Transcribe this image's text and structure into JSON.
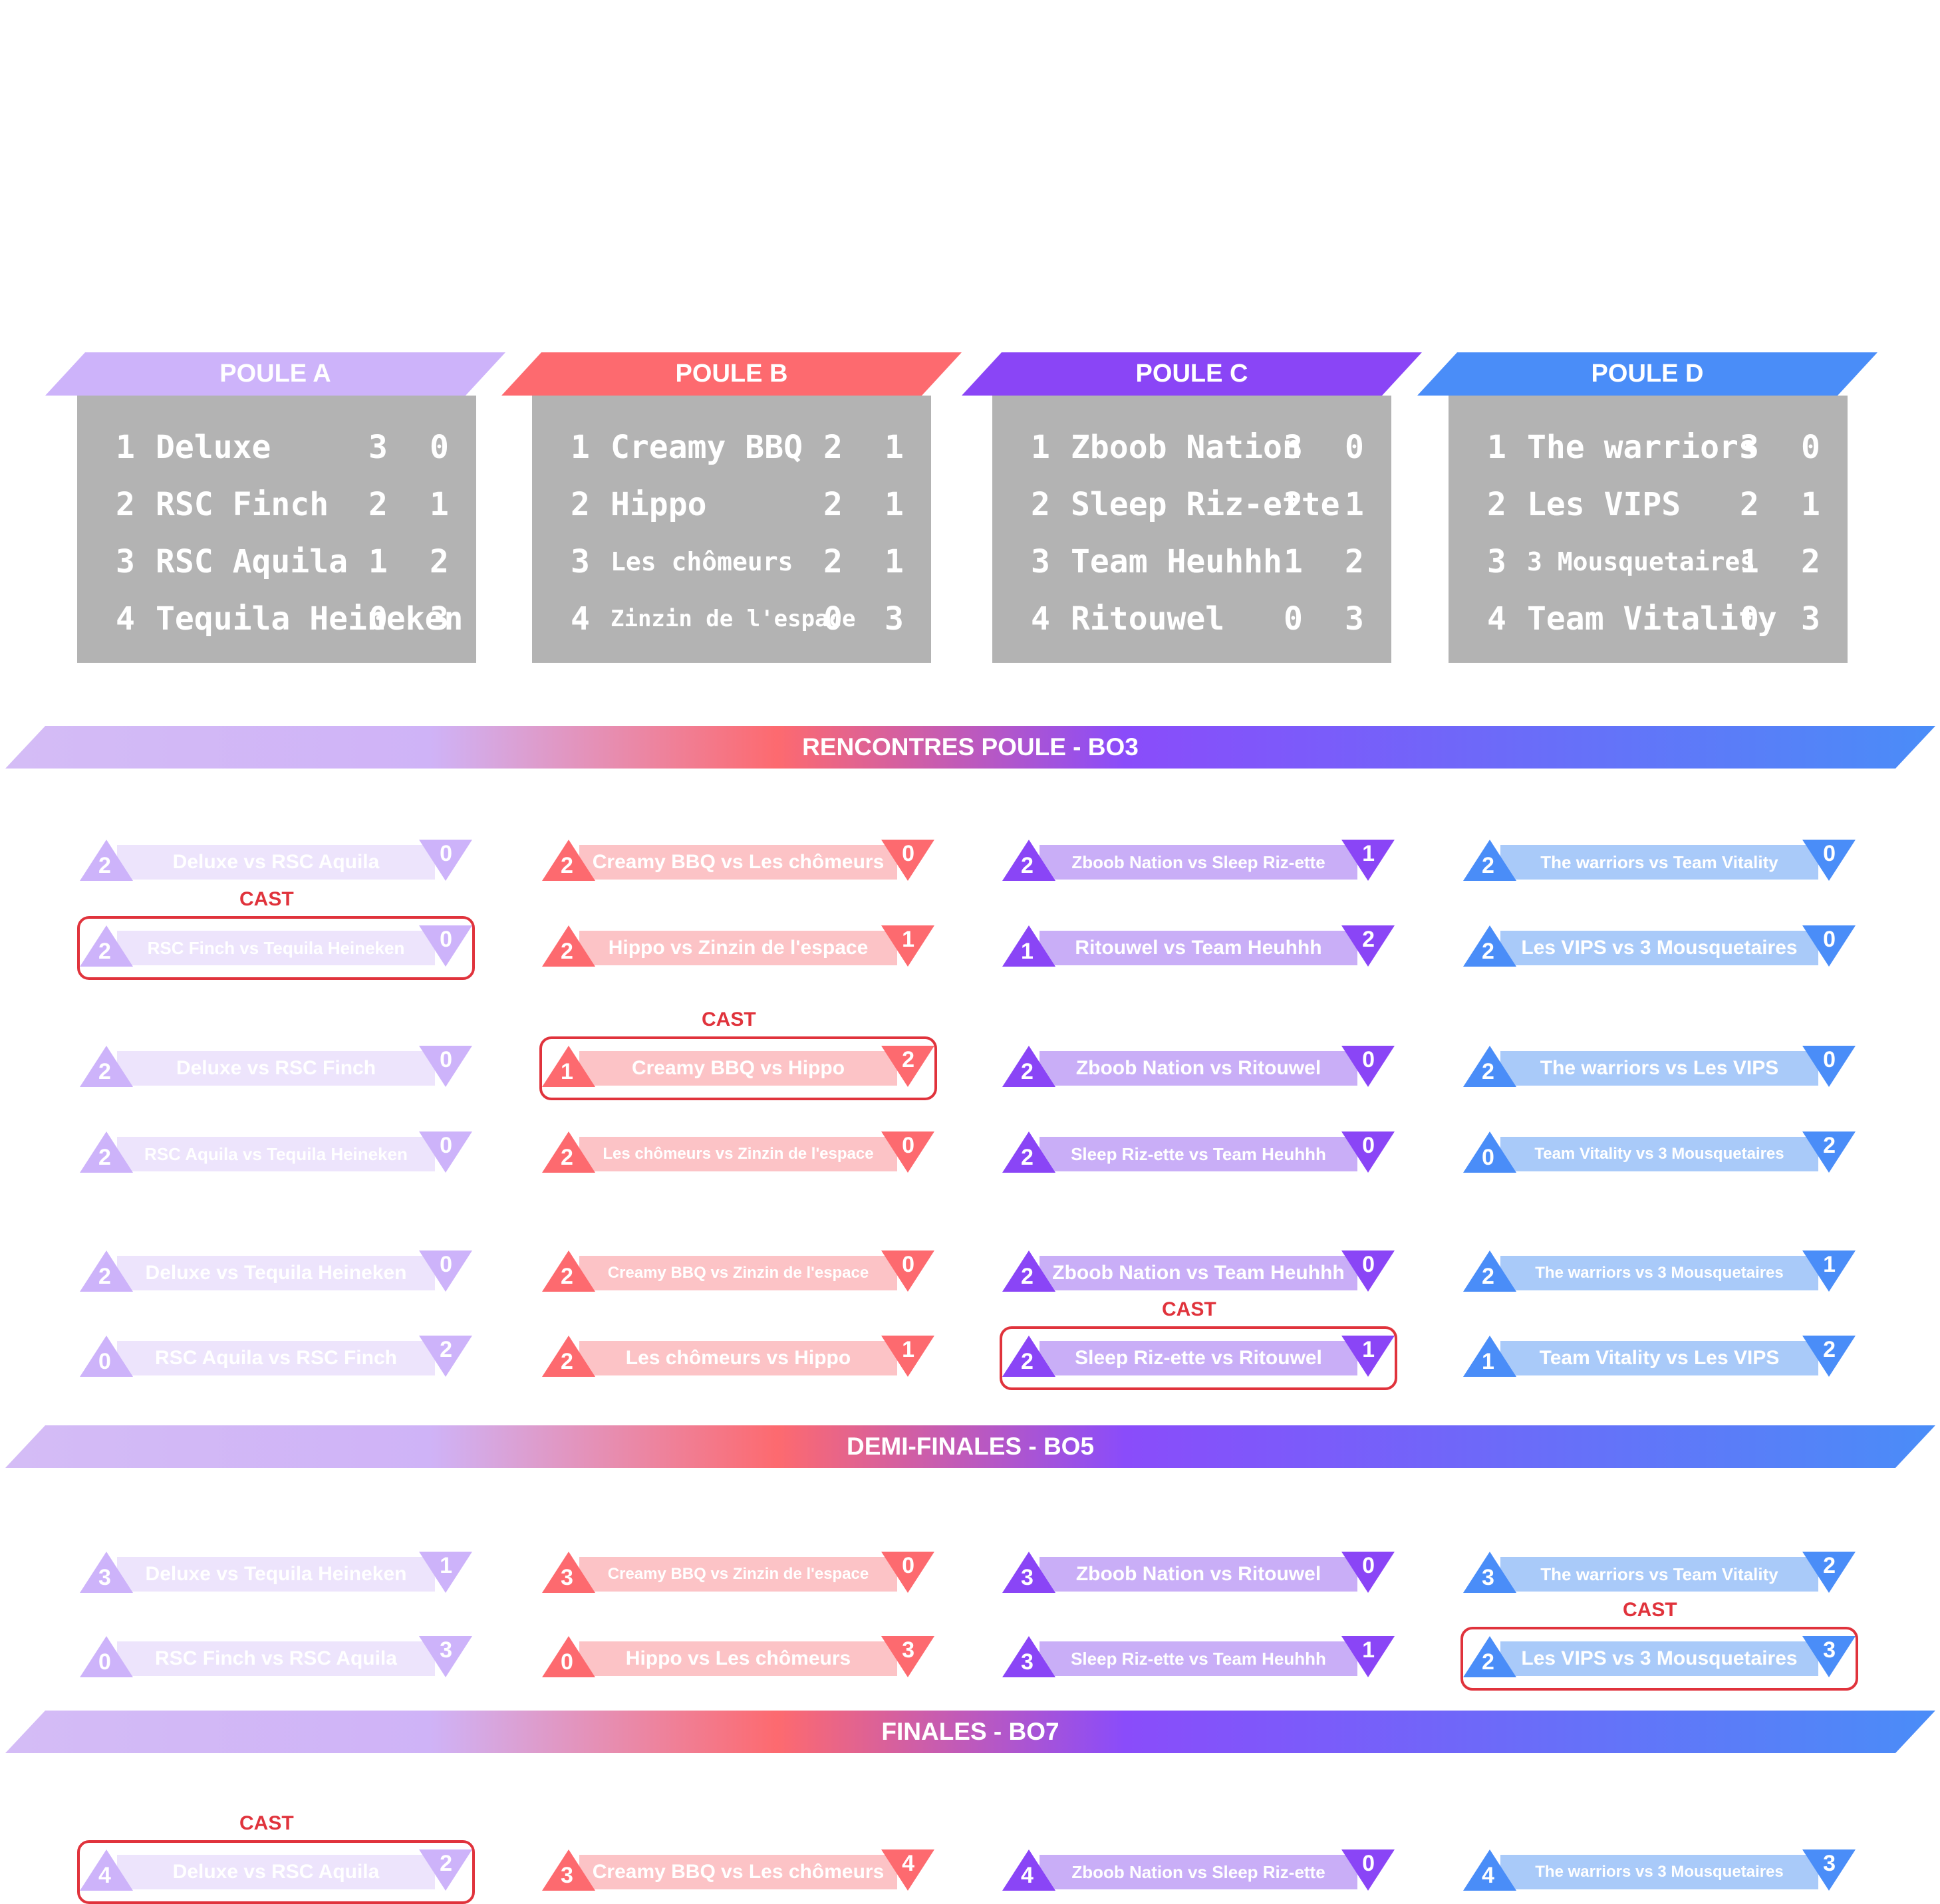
{
  "colors": {
    "A": {
      "main": "#cdb3fa",
      "bar": "#ede4fc"
    },
    "B": {
      "main": "#fd6a6f",
      "bar": "#fcc3c6"
    },
    "C": {
      "main": "#8a45f6",
      "bar": "#c9aef7"
    },
    "D": {
      "main": "#4a8df8",
      "bar": "#a9caf9"
    }
  },
  "cast_label": "CAST",
  "pools": [
    {
      "key": "A",
      "title": "POULE A",
      "rows": [
        {
          "rank": "1",
          "team": "Deluxe",
          "w": "3",
          "l": "0"
        },
        {
          "rank": "2",
          "team": "RSC Finch",
          "w": "2",
          "l": "1"
        },
        {
          "rank": "3",
          "team": "RSC Aquila",
          "w": "1",
          "l": "2"
        },
        {
          "rank": "4",
          "team": "Tequila Heineken",
          "w": "0",
          "l": "3"
        }
      ]
    },
    {
      "key": "B",
      "title": "POULE B",
      "rows": [
        {
          "rank": "1",
          "team": "Creamy BBQ",
          "w": "2",
          "l": "1"
        },
        {
          "rank": "2",
          "team": "Hippo",
          "w": "2",
          "l": "1"
        },
        {
          "rank": "3",
          "team": "Les chômeurs",
          "w": "2",
          "l": "1"
        },
        {
          "rank": "4",
          "team": "Zinzin de l'espace",
          "w": "0",
          "l": "3"
        }
      ]
    },
    {
      "key": "C",
      "title": "POULE C",
      "rows": [
        {
          "rank": "1",
          "team": "Zboob Nation",
          "w": "3",
          "l": "0"
        },
        {
          "rank": "2",
          "team": "Sleep Riz-ette",
          "w": "2",
          "l": "1"
        },
        {
          "rank": "3",
          "team": "Team Heuhhh",
          "w": "1",
          "l": "2"
        },
        {
          "rank": "4",
          "team": "Ritouwel",
          "w": "0",
          "l": "3"
        }
      ]
    },
    {
      "key": "D",
      "title": "POULE D",
      "rows": [
        {
          "rank": "1",
          "team": "The warriors",
          "w": "3",
          "l": "0"
        },
        {
          "rank": "2",
          "team": "Les VIPS",
          "w": "2",
          "l": "1"
        },
        {
          "rank": "3",
          "team": "3 Mousquetaires",
          "w": "1",
          "l": "2"
        },
        {
          "rank": "4",
          "team": "Team Vitality",
          "w": "0",
          "l": "3"
        }
      ]
    }
  ],
  "sections": [
    {
      "title": "RENCONTRES POULE - BO3"
    },
    {
      "title": "DEMI-FINALES - BO5"
    },
    {
      "title": "FINALES - BO7"
    }
  ],
  "matches": {
    "poule": [
      [
        {
          "s1": "2",
          "label": "Deluxe vs RSC Aquila",
          "s2": "0"
        },
        {
          "s1": "2",
          "label": "RSC Finch vs Tequila Heineken",
          "s2": "0",
          "cast": true
        },
        {
          "s1": "2",
          "label": "Deluxe vs RSC Finch",
          "s2": "0"
        },
        {
          "s1": "2",
          "label": "RSC Aquila vs Tequila Heineken",
          "s2": "0"
        },
        {
          "s1": "2",
          "label": "Deluxe vs Tequila Heineken",
          "s2": "0"
        },
        {
          "s1": "0",
          "label": "RSC Aquila vs RSC Finch",
          "s2": "2"
        }
      ],
      [
        {
          "s1": "2",
          "label": "Creamy BBQ vs Les chômeurs",
          "s2": "0"
        },
        {
          "s1": "2",
          "label": "Hippo vs Zinzin de l'espace",
          "s2": "1"
        },
        {
          "s1": "1",
          "label": "Creamy BBQ vs Hippo",
          "s2": "2",
          "cast": true
        },
        {
          "s1": "2",
          "label": "Les chômeurs vs Zinzin de l'espace",
          "s2": "0"
        },
        {
          "s1": "2",
          "label": "Creamy BBQ vs Zinzin de l'espace",
          "s2": "0"
        },
        {
          "s1": "2",
          "label": "Les chômeurs vs Hippo",
          "s2": "1"
        }
      ],
      [
        {
          "s1": "2",
          "label": "Zboob Nation vs Sleep Riz-ette",
          "s2": "1"
        },
        {
          "s1": "1",
          "label": "Ritouwel vs Team Heuhhh",
          "s2": "2"
        },
        {
          "s1": "2",
          "label": "Zboob Nation vs Ritouwel",
          "s2": "0"
        },
        {
          "s1": "2",
          "label": "Sleep Riz-ette vs Team Heuhhh",
          "s2": "0"
        },
        {
          "s1": "2",
          "label": "Zboob Nation vs Team Heuhhh",
          "s2": "0"
        },
        {
          "s1": "2",
          "label": "Sleep Riz-ette vs Ritouwel",
          "s2": "1",
          "cast": true
        }
      ],
      [
        {
          "s1": "2",
          "label": "The warriors vs Team Vitality",
          "s2": "0"
        },
        {
          "s1": "2",
          "label": "Les VIPS vs 3 Mousquetaires",
          "s2": "0"
        },
        {
          "s1": "2",
          "label": "The warriors vs Les VIPS",
          "s2": "0"
        },
        {
          "s1": "0",
          "label": "Team Vitality vs 3 Mousquetaires",
          "s2": "2"
        },
        {
          "s1": "2",
          "label": "The warriors vs 3 Mousquetaires",
          "s2": "1"
        },
        {
          "s1": "1",
          "label": "Team Vitality vs Les VIPS",
          "s2": "2"
        }
      ]
    ],
    "demi": [
      [
        {
          "s1": "3",
          "label": "Deluxe vs Tequila Heineken",
          "s2": "1"
        },
        {
          "s1": "0",
          "label": "RSC Finch vs RSC Aquila",
          "s2": "3"
        }
      ],
      [
        {
          "s1": "3",
          "label": "Creamy BBQ vs Zinzin de l'espace",
          "s2": "0"
        },
        {
          "s1": "0",
          "label": "Hippo vs Les chômeurs",
          "s2": "3"
        }
      ],
      [
        {
          "s1": "3",
          "label": "Zboob Nation vs Ritouwel",
          "s2": "0"
        },
        {
          "s1": "3",
          "label": "Sleep Riz-ette vs Team Heuhhh",
          "s2": "1"
        }
      ],
      [
        {
          "s1": "3",
          "label": "The warriors vs Team Vitality",
          "s2": "2"
        },
        {
          "s1": "2",
          "label": "Les VIPS vs 3 Mousquetaires",
          "s2": "3",
          "cast": true
        }
      ]
    ],
    "finale": [
      [
        {
          "s1": "4",
          "label": "Deluxe vs RSC Aquila",
          "s2": "2",
          "cast": true
        }
      ],
      [
        {
          "s1": "3",
          "label": "Creamy BBQ vs Les chômeurs",
          "s2": "4"
        }
      ],
      [
        {
          "s1": "4",
          "label": "Zboob Nation vs Sleep Riz-ette",
          "s2": "0"
        }
      ],
      [
        {
          "s1": "4",
          "label": "The warriors vs 3 Mousquetaires",
          "s2": "3"
        }
      ]
    ]
  }
}
